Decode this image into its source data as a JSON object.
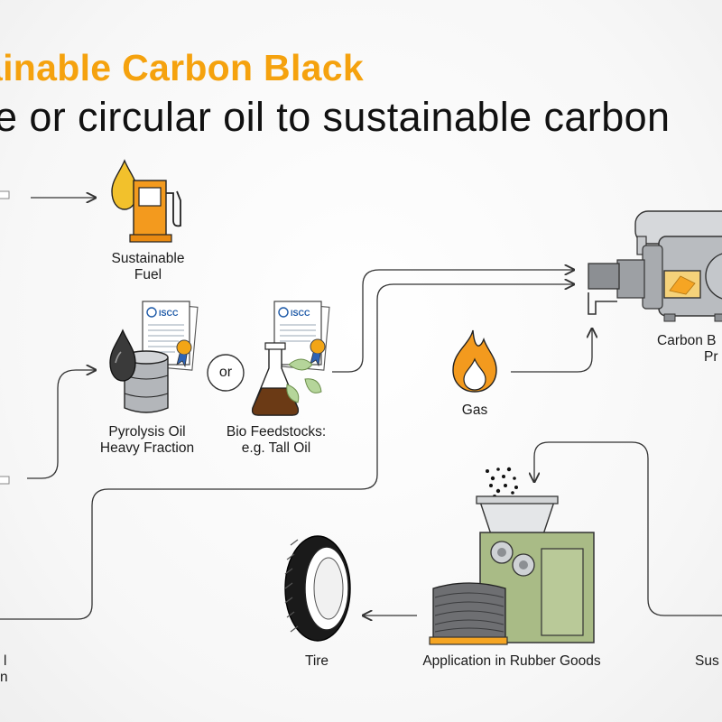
{
  "title": {
    "line1": "ainable Carbon Black",
    "line2": "e or circular oil to sustainable carbon"
  },
  "labels": {
    "sustainable_fuel": [
      "Sustainable",
      "Fuel"
    ],
    "pyrolysis_oil": [
      "Pyrolysis Oil",
      "Heavy Fraction"
    ],
    "or": "or",
    "bio_feedstocks": [
      "Bio Feedstocks:",
      "e.g. Tall Oil"
    ],
    "gas": "Gas",
    "carbon_black_process": [
      "Carbon B",
      "Pr"
    ],
    "application": "Application in Rubber Goods",
    "tire": "Tire",
    "bottom_left": [
      "l",
      "n"
    ],
    "bottom_right": "Sus"
  },
  "badges": {
    "cert": "ISCC"
  },
  "colors": {
    "title_accent": "#f5a20e",
    "title_text": "#111111",
    "line": "#333333",
    "fuel_orange": "#f39a1e",
    "machine_green": "#a9bb86",
    "process_gray": "#b9bcc0"
  }
}
